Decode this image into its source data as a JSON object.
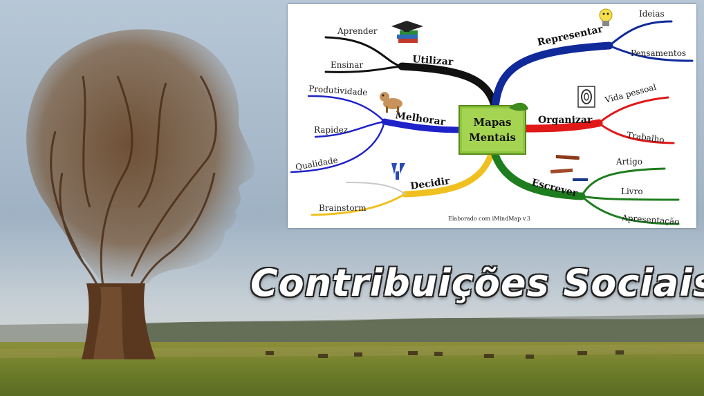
{
  "title": "Contribuições Sociais",
  "mindmap": {
    "center": {
      "line1": "Mapas",
      "line2": "Mentais"
    },
    "credit": "Elaborado com iMindMap v.3",
    "branches": {
      "utilizar": {
        "label": "Utilizar",
        "color": "#111111",
        "children": [
          "Aprender",
          "Ensinar"
        ]
      },
      "melhorar": {
        "label": "Melhorar",
        "color": "#1f22c8",
        "children": [
          "Produtividade",
          "Rapidez",
          "Qualidade"
        ]
      },
      "decidir": {
        "label": "Decidir",
        "color": "#f0c020",
        "children": [
          "Brainstorm"
        ]
      },
      "representar": {
        "label": "Representar",
        "color": "#102a9a",
        "children": [
          "Ideias",
          "Pensamentos"
        ]
      },
      "organizar": {
        "label": "Organizar",
        "color": "#e01818",
        "children": [
          "Vida pessoal",
          "Trabalho"
        ]
      },
      "escrever": {
        "label": "Escrever",
        "color": "#1e7d1e",
        "children": [
          "Artigo",
          "Livro",
          "Apresentação"
        ]
      }
    }
  },
  "icons": [
    "graduation-cap-books-icon",
    "dog-icon",
    "filter-funnel-icon",
    "lightbulb-icon",
    "target-icon",
    "pencils-icon"
  ],
  "colors": {
    "sky": "#9fb3c6",
    "grass": "#7a8a2e",
    "tree": "#5a3a22"
  }
}
